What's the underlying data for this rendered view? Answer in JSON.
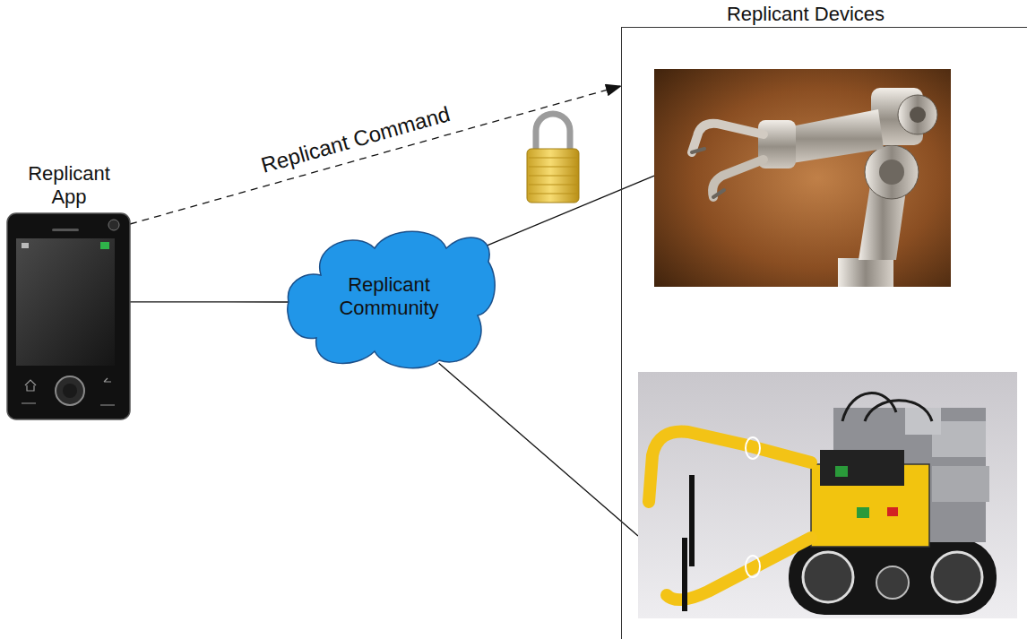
{
  "diagram": {
    "nodes": [
      {
        "text": [
          "Replicant App"
        ]
      },
      {
        "text": [
          "Replicant Community"
        ]
      },
      {
        "text": [
          "Replicant Devices"
        ]
      },
      {
        "text": [],
        "in": 2
      },
      {
        "text": [],
        "in": 2
      }
    ],
    "edges": [
      {
        "from": 0,
        "to": 1,
        "arrow": "none"
      },
      {
        "from": 1,
        "to": 3,
        "arrow": "none"
      },
      {
        "from": 1,
        "to": 4,
        "arrow": "none"
      },
      {
        "from": 0,
        "to": 2,
        "arrow": "to",
        "label": "Replicant Command"
      }
    ]
  }
}
